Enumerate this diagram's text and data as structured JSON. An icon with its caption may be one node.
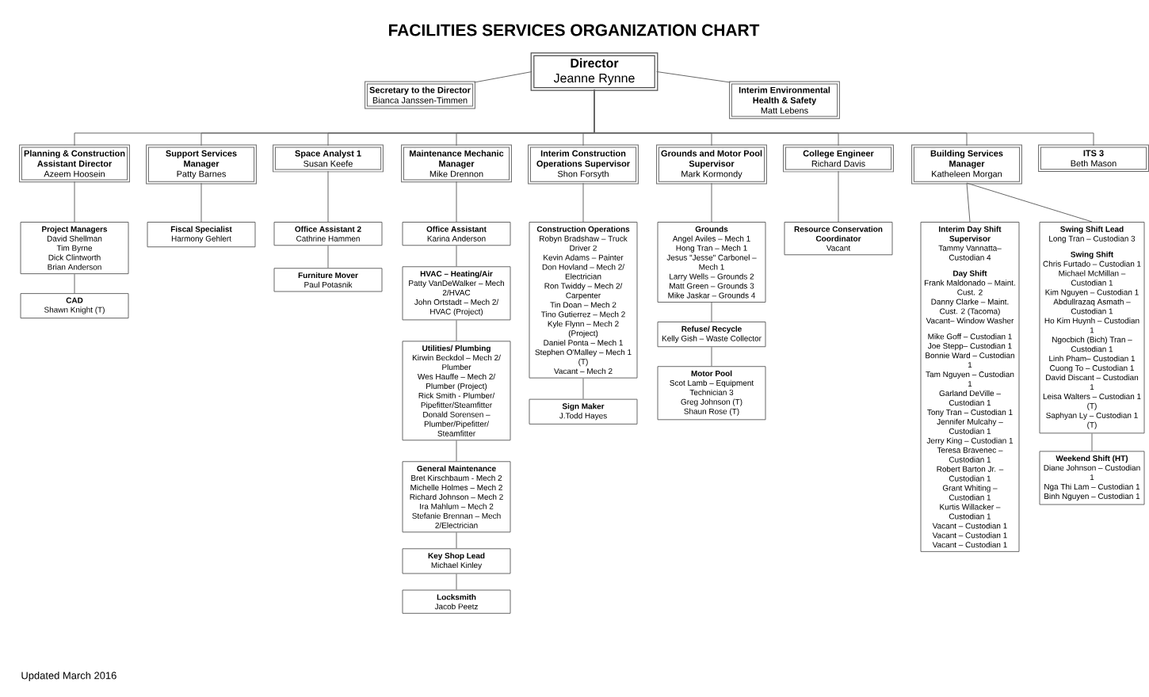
{
  "diagram": {
    "title": "FACILITIES SERVICES ORGANIZATION CHART",
    "nodes": [
      {
        "text": [
          "Director",
          "Jeanne Rynne"
        ]
      },
      {
        "text": [
          "Secretary to the Director",
          "Bianca Janssen-Timmen"
        ]
      },
      {
        "text": [
          "Interim Environmental Health & Safety",
          "Matt Lebens"
        ]
      },
      {
        "text": [
          "Planning & Construction Assistant Director",
          "Azeem Hoosein"
        ]
      },
      {
        "text": [
          "Support Services Manager",
          "Patty Barnes"
        ]
      },
      {
        "text": [
          "Space Analyst 1",
          "Susan Keefe"
        ]
      },
      {
        "text": [
          "Maintenance Mechanic Manager",
          "Mike Drennon"
        ]
      },
      {
        "text": [
          "Interim Construction Operations Supervisor",
          "Shon Forsyth"
        ]
      },
      {
        "text": [
          "Grounds and Motor Pool Supervisor",
          "Mark Kormondy"
        ]
      },
      {
        "text": [
          "College Engineer",
          "Richard Davis"
        ]
      },
      {
        "text": [
          "Building Services Manager",
          "Katheleen Morgan"
        ]
      },
      {
        "text": [
          "ITS 3",
          "Beth Mason"
        ]
      },
      {
        "text": [
          "Project Managers",
          "David Shellman",
          "Tim Byrne",
          "Dick Clintworth",
          "Brian Anderson"
        ]
      },
      {
        "text": [
          "CAD",
          "Shawn Knight (T)"
        ]
      },
      {
        "text": [
          "Fiscal Specialist",
          "Harmony Gehlert"
        ]
      },
      {
        "text": [
          "Office Assistant 2",
          "Cathrine Hammen"
        ]
      },
      {
        "text": [
          "Furniture Mover",
          "Paul Potasnik"
        ]
      },
      {
        "text": [
          "Office Assistant",
          "Karina Anderson"
        ]
      },
      {
        "text": [
          "HVAC – Heating/Air",
          "Patty VanDeWalker – Mech 2/HVAC",
          "John Ortstadt – Mech 2/ HVAC (Project)"
        ]
      },
      {
        "text": [
          "Utilities/ Plumbing",
          "Kirwin Beckdol – Mech 2/ Plumber",
          "Wes Hauffe – Mech 2/ Plumber (Project)",
          "Rick Smith - Plumber/ Pipefitter/Steamfitter",
          "Donald Sorensen – Plumber/Pipefitter/ Steamfitter"
        ]
      },
      {
        "text": [
          "General Maintenance",
          "Bret Kirschbaum - Mech 2",
          "Michelle Holmes – Mech 2",
          "Richard Johnson – Mech 2",
          "Ira Mahlum – Mech 2",
          "Stefanie Brennan – Mech 2/Electrician"
        ]
      },
      {
        "text": [
          "Key Shop Lead",
          "Michael Kinley"
        ]
      },
      {
        "text": [
          "Locksmith",
          "Jacob Peetz"
        ]
      },
      {
        "text": [
          "Construction Operations",
          "Robyn Bradshaw – Truck Driver 2",
          "Kevin Adams – Painter",
          "Don Hovland – Mech 2/ Electrician",
          "Ron Twiddy – Mech 2/ Carpenter",
          "Tin Doan – Mech 2",
          "Tino Gutierrez – Mech 2",
          "Kyle Flynn – Mech 2 (Project)",
          "Daniel Ponta – Mech 1",
          "Stephen O'Malley – Mech 1 (T)",
          "Vacant – Mech 2"
        ]
      },
      {
        "text": [
          "Sign Maker",
          "J.Todd Hayes"
        ]
      },
      {
        "text": [
          "Grounds",
          "Angel Aviles – Mech 1",
          "Hong Tran – Mech 1",
          "Jesus \"Jesse\" Carbonel – Mech 1",
          "Larry Wells – Grounds 2",
          "Matt Green – Grounds 3",
          "Mike Jaskar – Grounds 4"
        ]
      },
      {
        "text": [
          "Refuse/ Recycle",
          "Kelly Gish – Waste Collector"
        ]
      },
      {
        "text": [
          "Motor Pool",
          "Scot Lamb – Equipment Technician 3",
          "Greg Johnson (T)",
          "Shaun Rose (T)"
        ]
      },
      {
        "text": [
          "Resource Conservation Coordinator",
          "Vacant"
        ]
      },
      {
        "text": [
          "Interim Day Shift Supervisor",
          "Tammy Vannatta– Custodian 4",
          "**Day Shift**",
          "Frank Maldonado – Maint. Cust. 2",
          "Danny Clarke – Maint. Cust. 2 (Tacoma)",
          "Vacant– Window Washer",
          "Mike Goff – Custodian 1",
          "Joe Stepp– Custodian 1",
          "Bonnie Ward – Custodian 1",
          "Tam Nguyen – Custodian 1",
          "Garland DeVille – Custodian 1",
          "Tony Tran – Custodian 1",
          "Jennifer Mulcahy – Custodian 1",
          "Jerry King – Custodian 1",
          "Teresa Bravenec – Custodian 1",
          "Robert Barton Jr. – Custodian 1",
          "Grant Whiting – Custodian 1",
          "Kurtis Willacker – Custodian 1",
          "Vacant – Custodian 1",
          "Vacant – Custodian 1",
          "Vacant – Custodian 1"
        ]
      },
      {
        "text": [
          "Swing Shift Lead",
          "Long Tran – Custodian 3",
          "**Swing Shift**",
          "Chris Furtado – Custodian 1",
          "Michael McMillan – Custodian 1",
          "Kim Nguyen – Custodian 1",
          "Abdullrazaq Asmath – Custodian 1",
          "Ho Kim Huynh – Custodian 1",
          "Ngocbich (Bich) Tran – Custodian 1",
          "Linh Pham– Custodian 1",
          "Cuong To – Custodian 1",
          "David Discant – Custodian 1",
          "Leisa Walters – Custodian 1 (T)",
          "Saphyan Ly – Custodian 1 (T)"
        ]
      },
      {
        "text": [
          "Weekend Shift (HT)",
          "Diane Johnson – Custodian 1",
          "Nga Thi Lam – Custodian 1",
          "Binh Nguyen – Custodian 1"
        ]
      }
    ],
    "edges": [
      {
        "from": 0,
        "to": 1,
        "arrow": "none"
      },
      {
        "from": 0,
        "to": 2,
        "arrow": "none"
      },
      {
        "from": 0,
        "to": 3,
        "arrow": "none"
      },
      {
        "from": 0,
        "to": 4,
        "arrow": "none"
      },
      {
        "from": 0,
        "to": 5,
        "arrow": "none"
      },
      {
        "from": 0,
        "to": 6,
        "arrow": "none"
      },
      {
        "from": 0,
        "to": 7,
        "arrow": "none"
      },
      {
        "from": 0,
        "to": 8,
        "arrow": "none"
      },
      {
        "from": 0,
        "to": 9,
        "arrow": "none"
      },
      {
        "from": 0,
        "to": 10,
        "arrow": "none"
      },
      {
        "from": 0,
        "to": 11,
        "arrow": "none"
      },
      {
        "from": 3,
        "to": 12,
        "arrow": "none"
      },
      {
        "from": 12,
        "to": 13,
        "arrow": "none"
      },
      {
        "from": 4,
        "to": 14,
        "arrow": "none"
      },
      {
        "from": 5,
        "to": 15,
        "arrow": "none"
      },
      {
        "from": 15,
        "to": 16,
        "arrow": "none"
      },
      {
        "from": 6,
        "to": 17,
        "arrow": "none"
      },
      {
        "from": 17,
        "to": 18,
        "arrow": "none"
      },
      {
        "from": 18,
        "to": 19,
        "arrow": "none"
      },
      {
        "from": 19,
        "to": 20,
        "arrow": "none"
      },
      {
        "from": 20,
        "to": 21,
        "arrow": "none"
      },
      {
        "from": 21,
        "to": 22,
        "arrow": "none"
      },
      {
        "from": 7,
        "to": 23,
        "arrow": "none"
      },
      {
        "from": 23,
        "to": 24,
        "arrow": "none"
      },
      {
        "from": 8,
        "to": 25,
        "arrow": "none"
      },
      {
        "from": 25,
        "to": 26,
        "arrow": "none"
      },
      {
        "from": 26,
        "to": 27,
        "arrow": "none"
      },
      {
        "from": 9,
        "to": 28,
        "arrow": "none"
      },
      {
        "from": 10,
        "to": 29,
        "arrow": "none"
      },
      {
        "from": 10,
        "to": 30,
        "arrow": "none"
      },
      {
        "from": 30,
        "to": 31,
        "arrow": "none"
      }
    ],
    "labels": [
      "Updated March 2016"
    ]
  }
}
